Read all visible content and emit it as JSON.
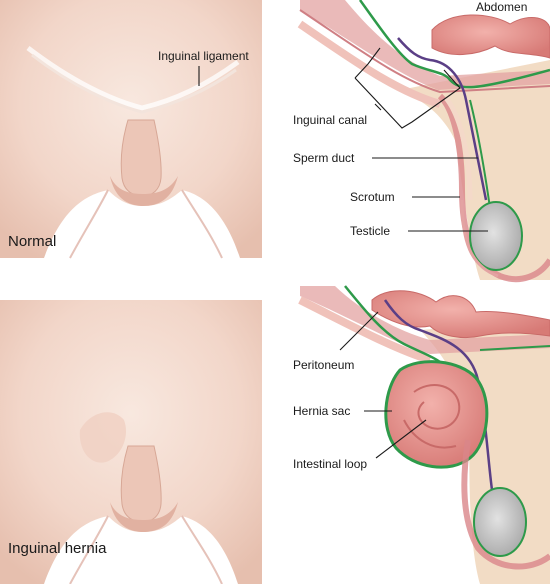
{
  "panels": {
    "top_left_caption": "Normal",
    "bottom_left_caption": "Inguinal hernia"
  },
  "labels": {
    "abdomen": "Abdomen",
    "inguinal_ligament": "Inguinal ligament",
    "inguinal_canal": "Inguinal canal",
    "sperm_duct": "Sperm duct",
    "scrotum": "Scrotum",
    "testicle": "Testicle",
    "peritoneum": "Peritoneum",
    "hernia_sac": "Hernia sac",
    "intestinal_loop": "Intestinal loop"
  },
  "colors": {
    "skin_light": "#f6e3d8",
    "skin_mid": "#efcdbf",
    "skin_shadow": "#d9a697",
    "peritoneum_green": "#2e9a4a",
    "intestine_pink": "#e48f8a",
    "muscle_red": "#d9868a",
    "sperm_duct_purple": "#5b3f86",
    "tissue_beige": "#f2dcc5",
    "testicle_gray": "#c8c8c8"
  }
}
